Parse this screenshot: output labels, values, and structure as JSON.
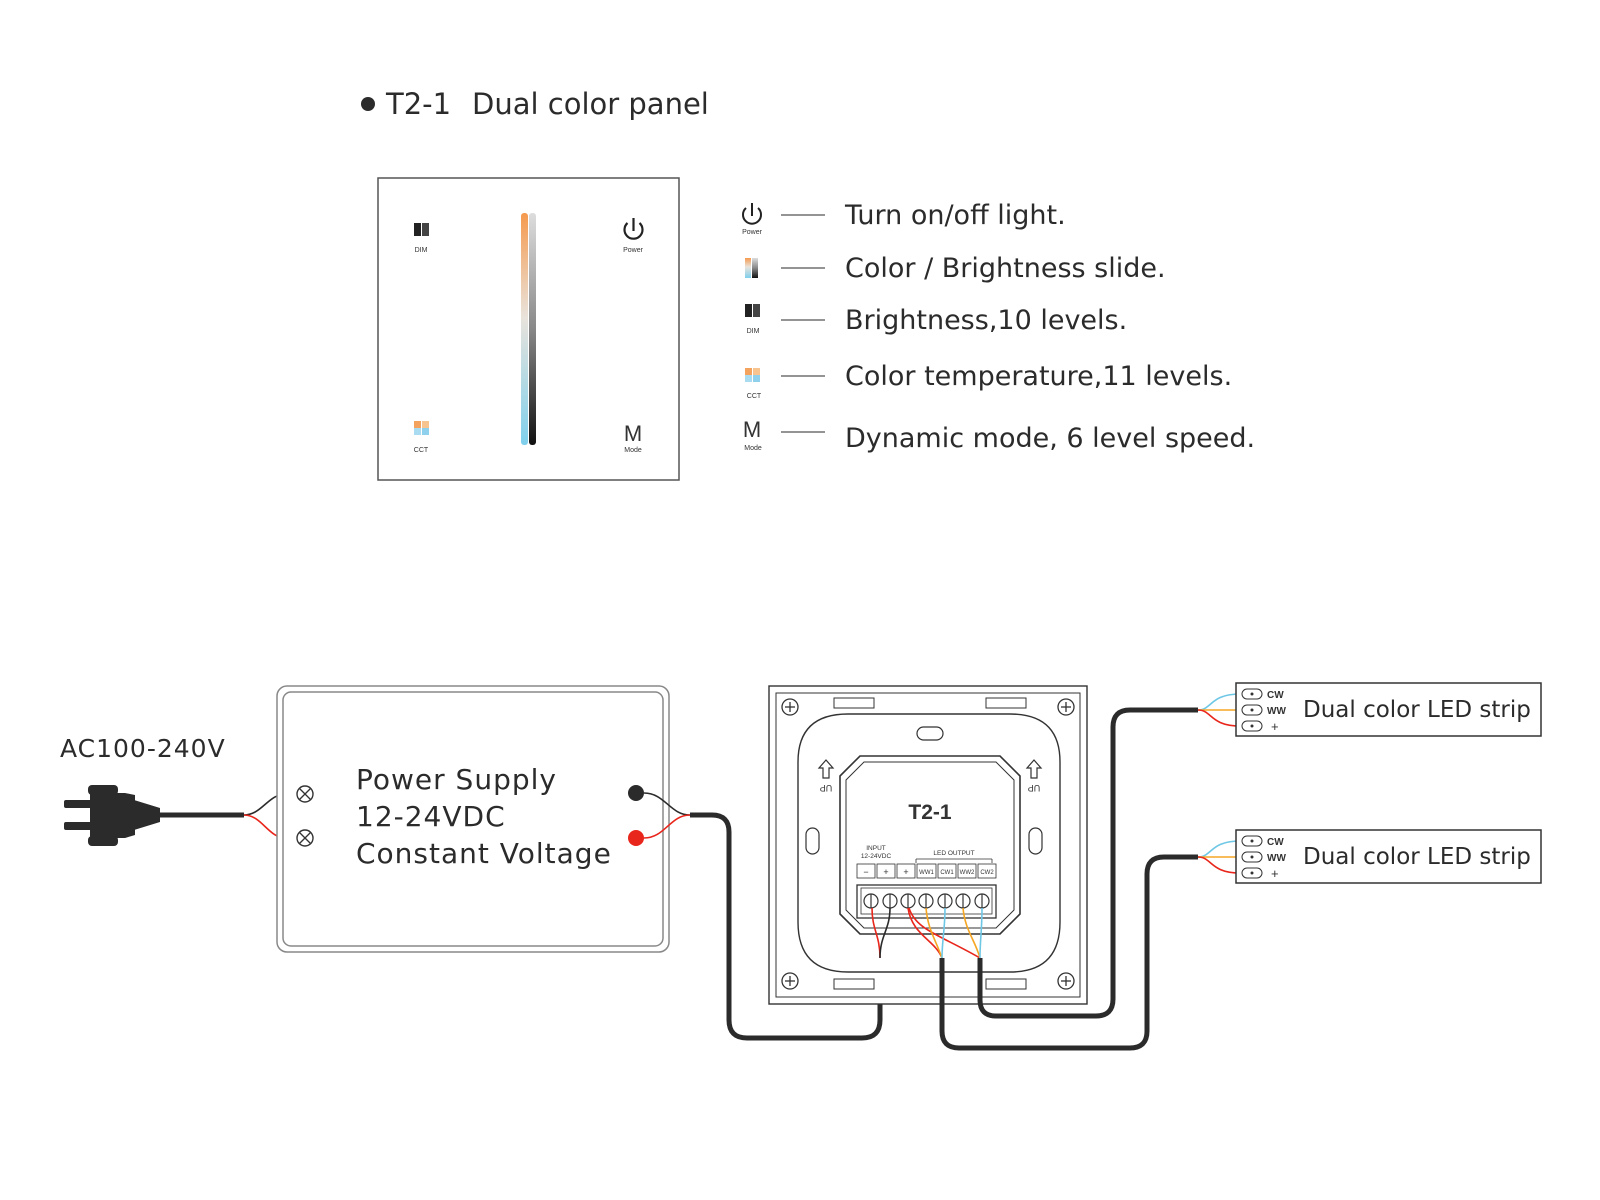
{
  "title": {
    "model": "T2-1",
    "name": "Dual color panel"
  },
  "panel": {
    "dim_label": "DIM",
    "power_label": "Power",
    "cct_label": "CCT",
    "mode_symbol": "M",
    "mode_label": "Mode"
  },
  "legend": [
    {
      "icon": "power-icon",
      "caption": "Power",
      "text": "Turn on/off light."
    },
    {
      "icon": "color-slider-icon",
      "caption": "",
      "text": "Color / Brightness slide."
    },
    {
      "icon": "dim-icon",
      "caption": "DIM",
      "text": "Brightness,10 levels."
    },
    {
      "icon": "cct-icon",
      "caption": "CCT",
      "text": "Color temperature,11 levels."
    },
    {
      "icon": "mode-icon",
      "symbol": "M",
      "caption": "Mode",
      "text": "Dynamic mode, 6 level speed."
    }
  ],
  "wiring": {
    "ac_label": "AC100-240V",
    "power_supply": [
      "Power Supply",
      "12-24VDC",
      "Constant Voltage"
    ],
    "controller": {
      "model": "T2-1",
      "input_label": "INPUT",
      "input_voltage": "12-24VDC",
      "output_label": "LED OUTPUT",
      "terminals": [
        "−",
        "+",
        "+",
        "WW1",
        "CW1",
        "WW2",
        "CW2"
      ],
      "up_label": "UP"
    },
    "strips": [
      {
        "label": "Dual color LED strip",
        "pins": [
          "CW",
          "WW",
          "+"
        ]
      },
      {
        "label": "Dual color LED strip",
        "pins": [
          "CW",
          "WW",
          "+"
        ]
      }
    ]
  },
  "colors": {
    "line": "#2b2b2b",
    "red": "#e8261c",
    "orange": "#f5a623",
    "blue": "#6fc7e6",
    "warm": "#f4a35e",
    "cool": "#a9dcf0"
  }
}
